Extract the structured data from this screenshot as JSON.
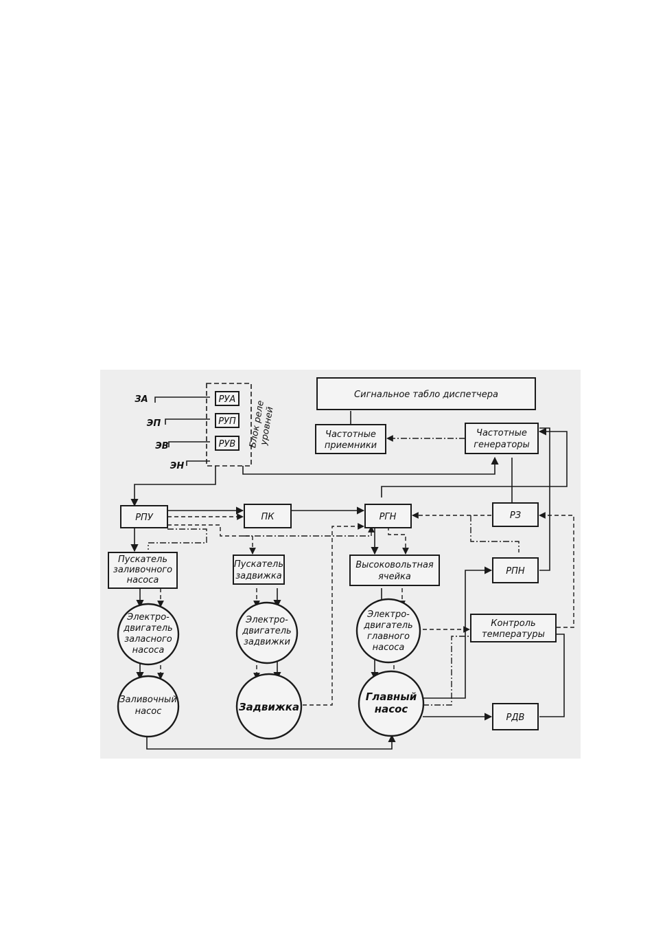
{
  "diagram": {
    "sensors": {
      "za": "ЗА",
      "ep": "ЭП",
      "ev": "ЭВ",
      "en": "ЭН"
    },
    "relay_block": {
      "rua": "РУА",
      "rup": "РУП",
      "ruv": "РУВ",
      "title_line1": "Блок реле",
      "title_line2": "уровней"
    },
    "dispatcher_board": "Сигнальное табло диспетчера",
    "freq_receivers": [
      "Частотные",
      "приемники"
    ],
    "freq_generators": [
      "Частотные",
      "генераторы"
    ],
    "rpu": "РПУ",
    "pk": "ПК",
    "rgn": "РГН",
    "rz": "РЗ",
    "rpn": "РПН",
    "rdv": "РДВ",
    "starter_priming": [
      "Пускатель",
      "заливочного",
      "насоса"
    ],
    "starter_valve": [
      "Пускатель",
      "задвижка"
    ],
    "hv_cell": [
      "Высоковольтная",
      "ячейка"
    ],
    "temp_control": [
      "Контроль",
      "температуры"
    ],
    "motor_priming": [
      "Электро-",
      "двигатель",
      "заласного",
      "насоса"
    ],
    "motor_valve": [
      "Электро-",
      "двигатель",
      "задвижки"
    ],
    "motor_main": [
      "Электро-",
      "двигатель",
      "главного",
      "насоса"
    ],
    "priming_pump": [
      "Заливочный",
      "насос"
    ],
    "valve": "Задвижка",
    "main_pump": [
      "Главный",
      "насос"
    ]
  }
}
